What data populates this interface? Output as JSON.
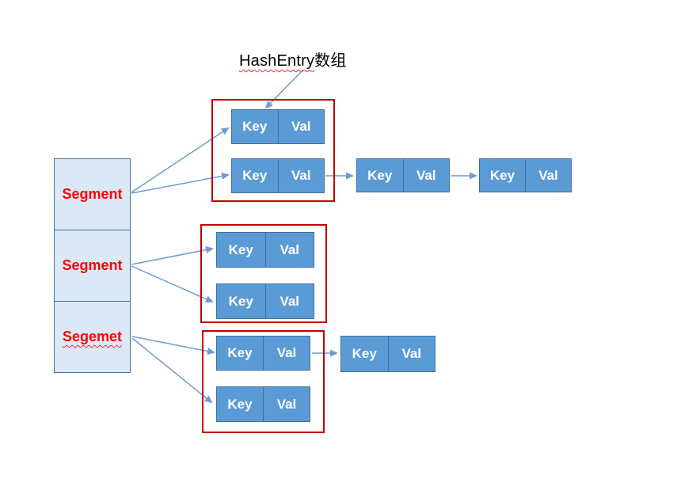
{
  "title": {
    "latin": "HashEntry",
    "cjk": "数组"
  },
  "segments": [
    {
      "label": "Segment"
    },
    {
      "label": "Segment"
    },
    {
      "label": "Segemet"
    }
  ],
  "labels": {
    "key": "Key",
    "val": "Val"
  },
  "colors": {
    "node_fill": "#5b9bd5",
    "node_border": "#41719c",
    "node_text": "#ffffff",
    "segment_fill": "#dbe8f5",
    "segment_border": "#41719c",
    "segment_text": "#ff0000",
    "group_border": "#c00000",
    "arrow": "#6f9bd1",
    "squiggle": "#ff2a2a",
    "background": "#ffffff"
  }
}
